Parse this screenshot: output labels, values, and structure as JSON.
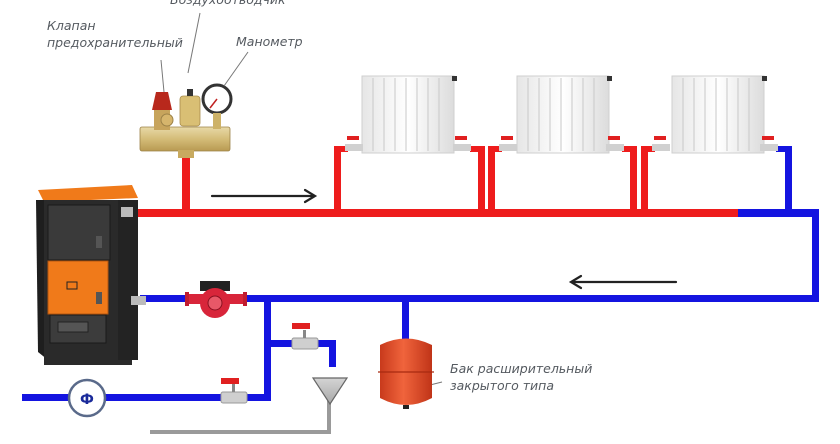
{
  "diagram": {
    "title": "Схема закрытой системы отопления с твердотопливным котлом",
    "labels": {
      "air_vent": "Воздухоотводчик",
      "safety_valve_line1": "Клапан",
      "safety_valve_line2": "предохранительный",
      "manometer": "Манометр",
      "expansion_tank_line1": "Бак расширительный",
      "expansion_tank_line2": "закрытого типа"
    },
    "filter_symbol": "Ф",
    "components": [
      {
        "name": "Котёл твердотопливный",
        "icon": "boiler-icon"
      },
      {
        "name": "Группа безопасности",
        "icon": "safety-group-icon"
      },
      {
        "name": "Радиатор 1",
        "icon": "radiator-icon"
      },
      {
        "name": "Радиатор 2",
        "icon": "radiator-icon"
      },
      {
        "name": "Радиатор 3",
        "icon": "radiator-icon"
      },
      {
        "name": "Циркуляционный насос",
        "icon": "pump-icon"
      },
      {
        "name": "Бак расширительный",
        "icon": "expansion-tank-icon"
      },
      {
        "name": "Фильтр",
        "icon": "filter-icon"
      },
      {
        "name": "Кран подпитки",
        "icon": "ball-valve-icon"
      },
      {
        "name": "Кран слива",
        "icon": "ball-valve-icon"
      },
      {
        "name": "Воронка слива",
        "icon": "drain-funnel-icon"
      }
    ],
    "flow": {
      "supply_direction": "right",
      "return_direction": "left"
    },
    "colors": {
      "supply_pipe": "#ee1c1c",
      "return_pipe": "#1414e0",
      "drain_pipe": "#9a9a9a",
      "boiler_body": "#2b2b2b",
      "boiler_accent": "#f07a1a",
      "tank": "#e84a2a",
      "pump": "#d8253a",
      "label_text": "#555a60"
    }
  }
}
